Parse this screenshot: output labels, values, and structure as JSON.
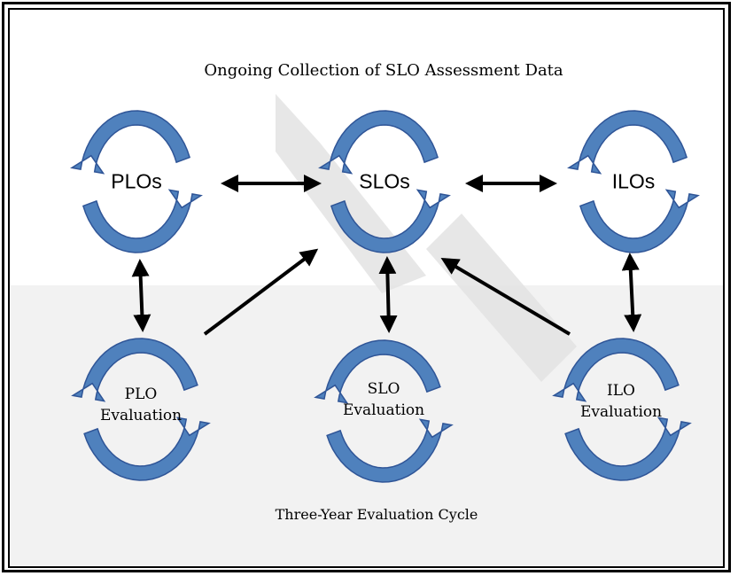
{
  "diagram": {
    "top_caption": "Ongoing Collection of SLO Assessment Data",
    "bottom_caption": "Three-Year Evaluation Cycle",
    "nodes": {
      "plos": "PLOs",
      "slos": "SLOs",
      "ilos": "ILOs",
      "plo_eval": {
        "line1": "PLO",
        "line2": "Evaluation"
      },
      "slo_eval": {
        "line1": "SLO",
        "line2": "Evaluation"
      },
      "ilo_eval": {
        "line1": "ILO",
        "line2": "Evaluation"
      }
    },
    "colors": {
      "cycle_fill": "#4f81bd",
      "cycle_stroke": "#2f5597",
      "arrow": "#000000",
      "lower_band": "#f2f2f2",
      "watermark": "#d9d9d9"
    }
  }
}
